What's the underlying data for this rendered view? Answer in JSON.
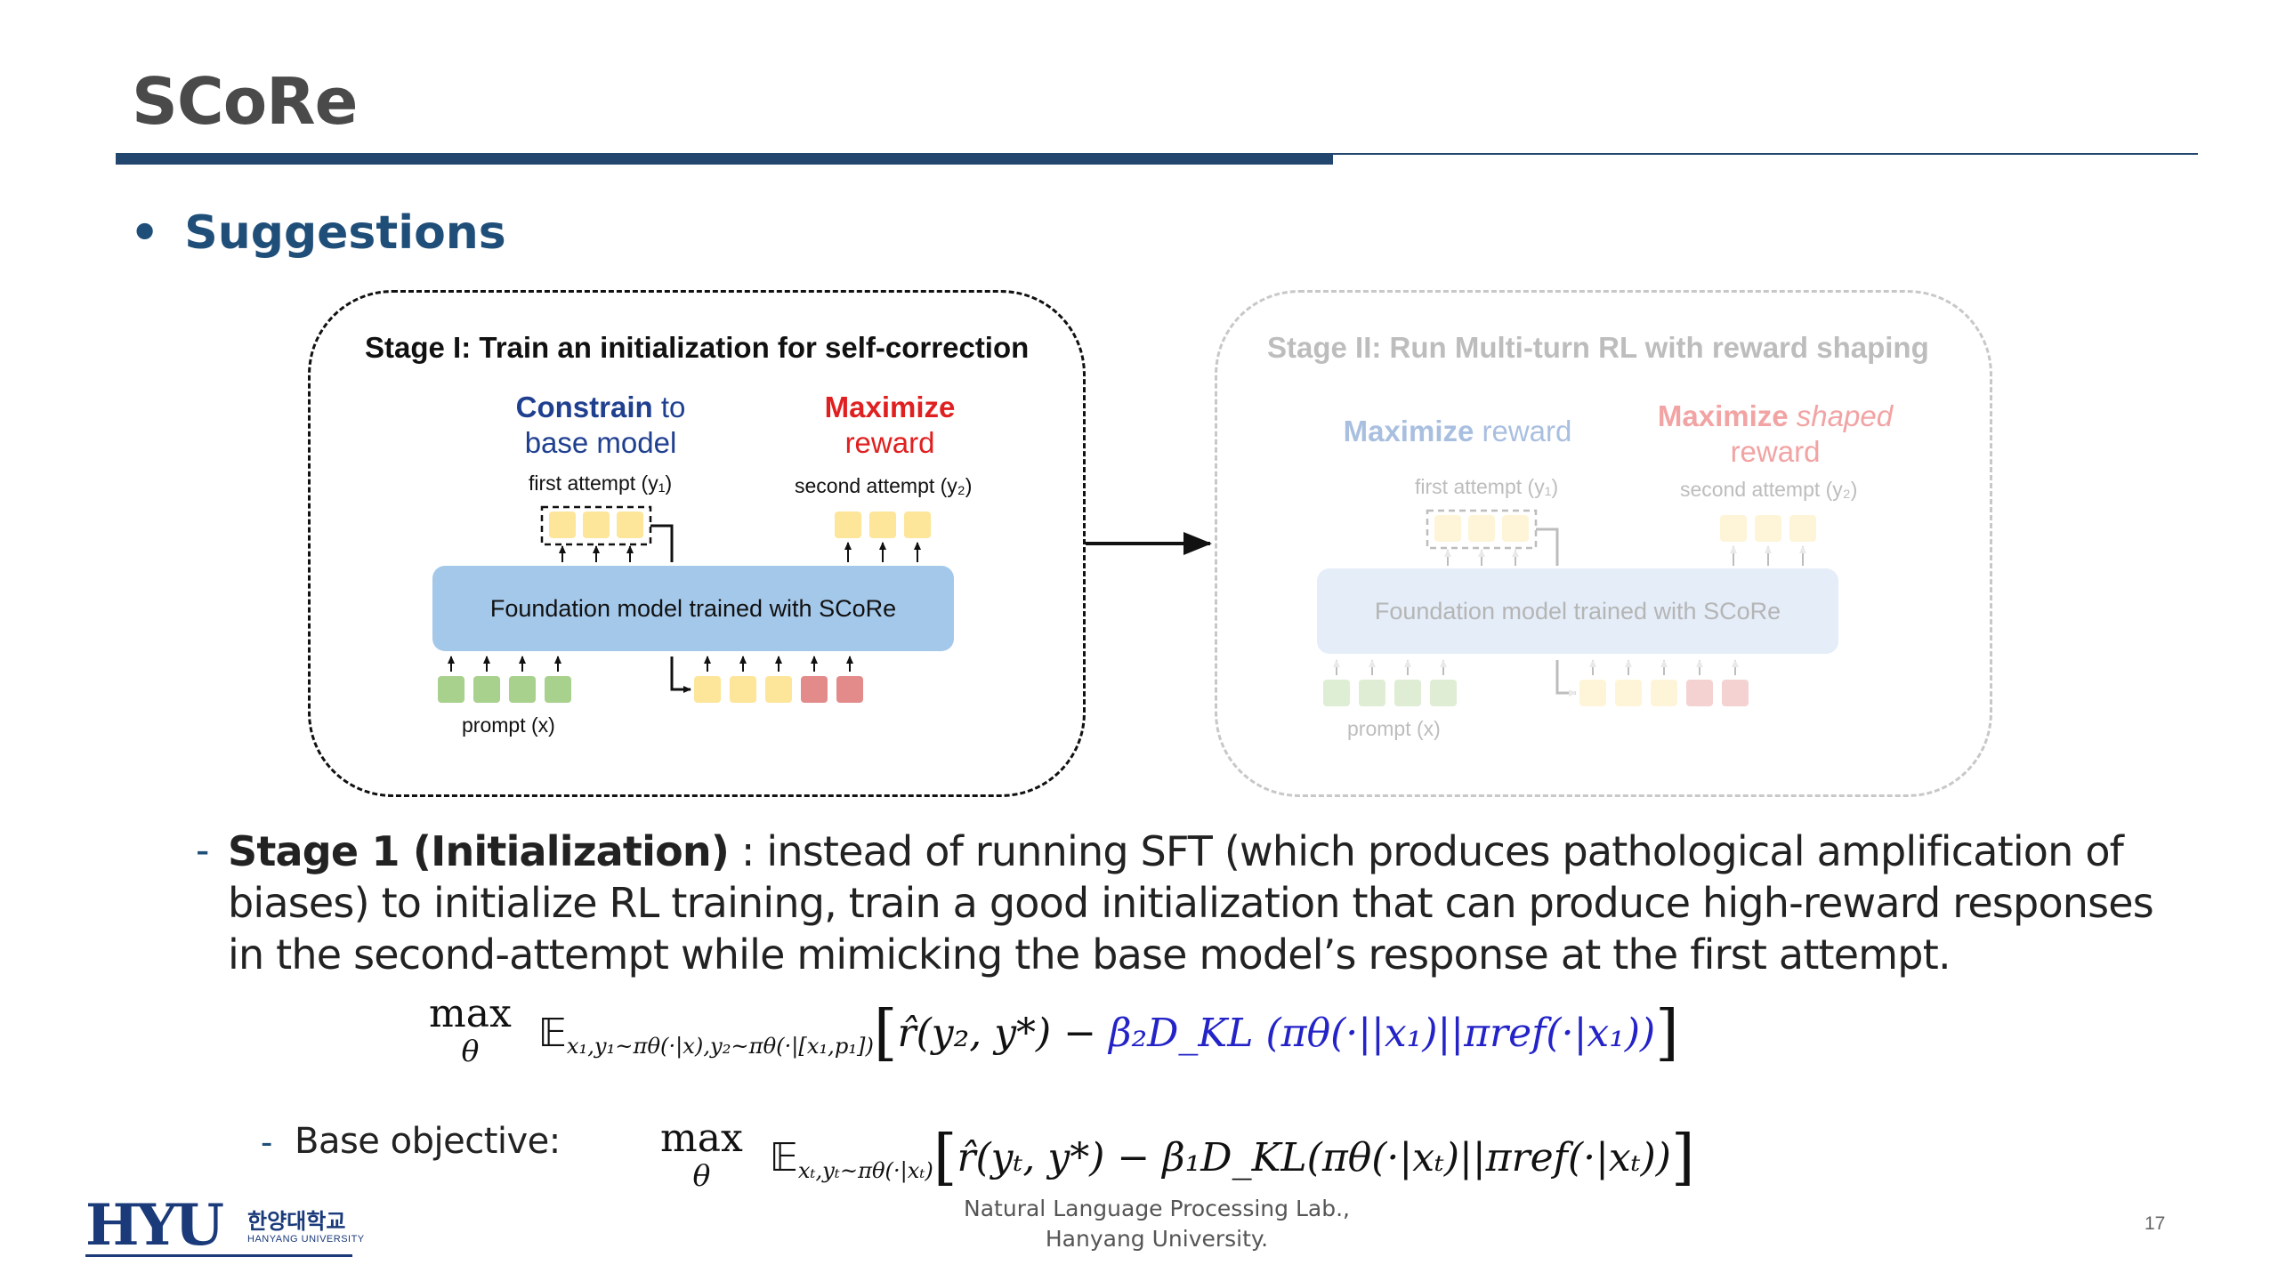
{
  "slide": {
    "title": "SCoRe",
    "bullet": "Suggestions",
    "page_number": "17"
  },
  "stage1": {
    "title": "Stage I: Train an initialization for self-correction",
    "constrain_word": "Constrain",
    "constrain_rest1": " to",
    "constrain_rest2": "base model",
    "maximize_word": "Maximize",
    "maximize_rest": "reward",
    "first_attempt": "first attempt (y₁)",
    "second_attempt": "second attempt (y₂)",
    "model_label": "Foundation model trained with SCoRe",
    "prompt_label": "prompt (x)"
  },
  "stage2": {
    "title": "Stage II: Run Multi-turn RL with reward shaping",
    "left_word": "Maximize",
    "left_rest": " reward",
    "right_word": "Maximize",
    "right_italic": " shaped",
    "right_rest": "reward",
    "first_attempt": "first attempt (y₁)",
    "second_attempt": "second attempt (y₂)",
    "model_label": "Foundation model trained with SCoRe",
    "prompt_label": "prompt (x)"
  },
  "colors": {
    "constrain": "#1f3f8f",
    "maximize": "#e02020",
    "model_box": "#a4c8ea",
    "token_yellow": "#fde59a",
    "token_green": "#a9d18e",
    "token_red": "#e38a8a",
    "title_bar": "#22466e",
    "bullet": "#1f4e79"
  },
  "stage1_text": {
    "dash": "-",
    "bold": "Stage 1 (Initialization)",
    "body": " : instead of running SFT (which produces pathological amplification of biases) to initialize RL training, train a good initialization that can produce high-reward responses in the second-attempt while mimicking the base model’s response at the first attempt."
  },
  "formula1": {
    "max": "max",
    "theta": "θ",
    "expect": "𝔼",
    "expect_sub": "x₁,y₁~πθ(·|x),y₂~πθ(·|[x₁,p₁])",
    "lbr": "[",
    "reward": "r̂(y₂, y*) − ",
    "kl": "β₂D_KL (πθ(·||x₁)||πref(·|x₁))",
    "rbr": "]"
  },
  "base": {
    "dash": "-",
    "label": "Base objective:"
  },
  "formula2": {
    "max": "max",
    "theta": "θ",
    "expect": "𝔼",
    "expect_sub": "xₜ,yₜ~πθ(·|xₜ)",
    "lbr": "[",
    "body": "r̂(yₜ, y*) − β₁D_KL(πθ(·|xₜ)||πref(·|xₜ))",
    "rbr": "]"
  },
  "footer": {
    "line1": "Natural Language Processing Lab.,",
    "line2": "Hanyang University."
  },
  "logo": {
    "mark": "HYU",
    "korean": "한양대학교",
    "english": "HANYANG UNIVERSITY"
  },
  "icons": {
    "flow_arrow": "right-arrow-icon",
    "token_arrow": "up-arrow-icon"
  }
}
